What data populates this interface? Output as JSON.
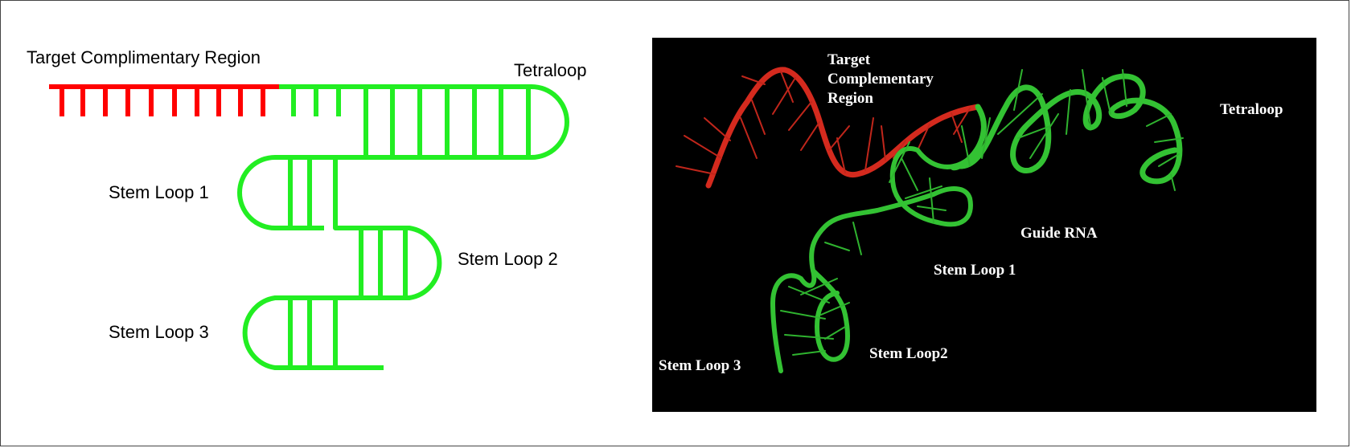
{
  "schematic": {
    "target_region_label": "Target Complimentary Region",
    "tetraloop_label": "Tetraloop",
    "stem_loop_1_label": "Stem Loop 1",
    "stem_loop_2_label": "Stem Loop 2",
    "stem_loop_3_label": "Stem Loop 3"
  },
  "structure_3d": {
    "target_region_label_line1": "Target",
    "target_region_label_line2": "Complementary",
    "target_region_label_line3": "Region",
    "tetraloop_label": "Tetraloop",
    "guide_rna_label": "Guide RNA",
    "stem_loop_1_label": "Stem Loop 1",
    "stem_loop_2_label": "Stem Loop2",
    "stem_loop_3_label": "Stem Loop 3"
  },
  "colors": {
    "target_region": "#ff0000",
    "guide_rna": "#22ee22",
    "render_red": "#d42a1e",
    "render_green": "#33c233",
    "panel_background": "#000000"
  }
}
